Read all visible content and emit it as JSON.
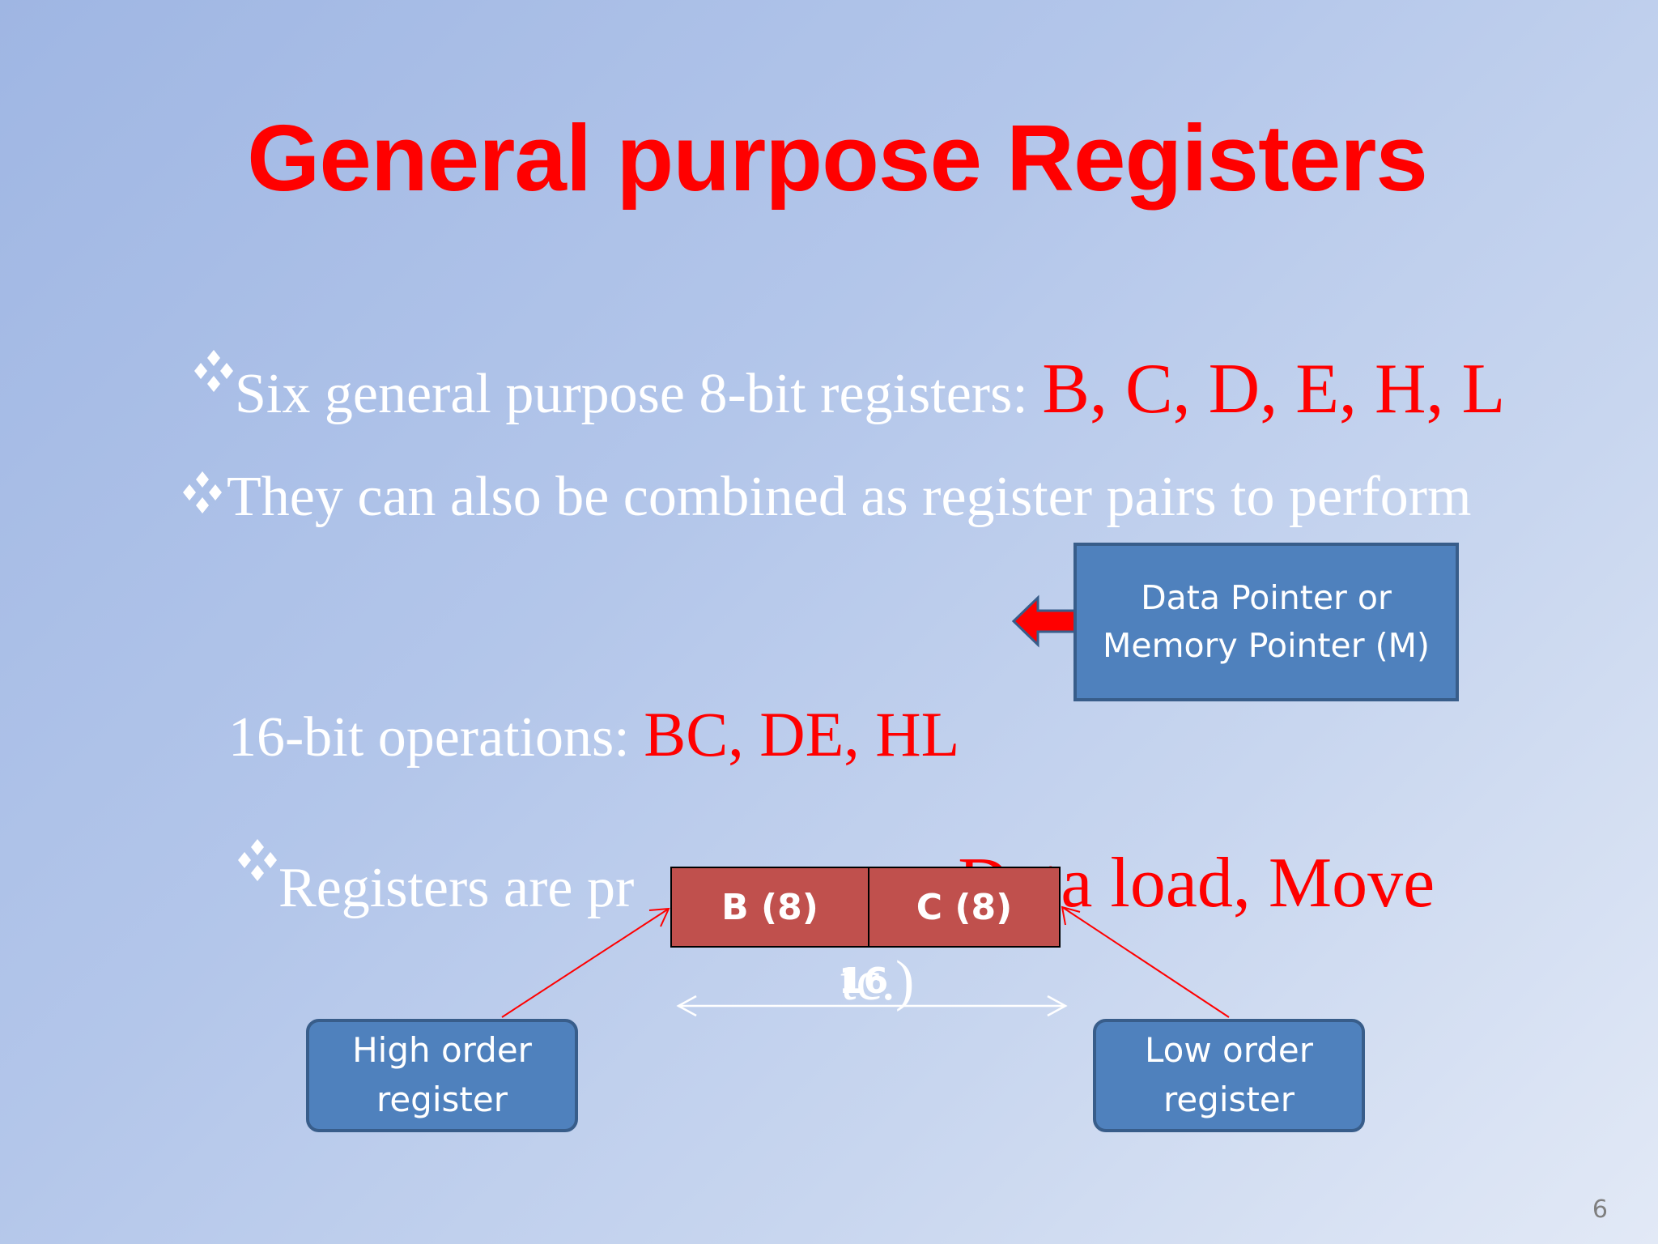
{
  "slide": {
    "title": "General purpose Registers",
    "bullets": {
      "b1_text": "Six general purpose 8-bit registers: ",
      "b1_highlight": "B, C, D, E, H, L",
      "b2_text": "They can also be combined as register pairs to  perform",
      "b2_cont_text": "16-bit operations: ",
      "b2_cont_highlight": "BC, DE, HL",
      "b3_text": "Registers are pr",
      "b3_highlight": "Data load, Move",
      "b3_cont_text": "tc.)"
    },
    "callouts": {
      "pointer": "Data Pointer or\nMemory Pointer (M)",
      "high": "High  order\nregister",
      "low": "Low order\nregister"
    },
    "register_pair": {
      "high_label": "B (8)",
      "low_label": "C (8)",
      "width_label": "16"
    },
    "page_number": "6",
    "colors": {
      "title": "#ff0000",
      "highlight": "#ff0000",
      "text": "#ffffff",
      "callout_fill": "#4f81bd",
      "register_fill": "#c0504d",
      "arrow_red": "#ff0000"
    },
    "icons": {
      "bullet": "diamond-bullet-icon",
      "left_arrow": "left-arrow-icon"
    }
  }
}
